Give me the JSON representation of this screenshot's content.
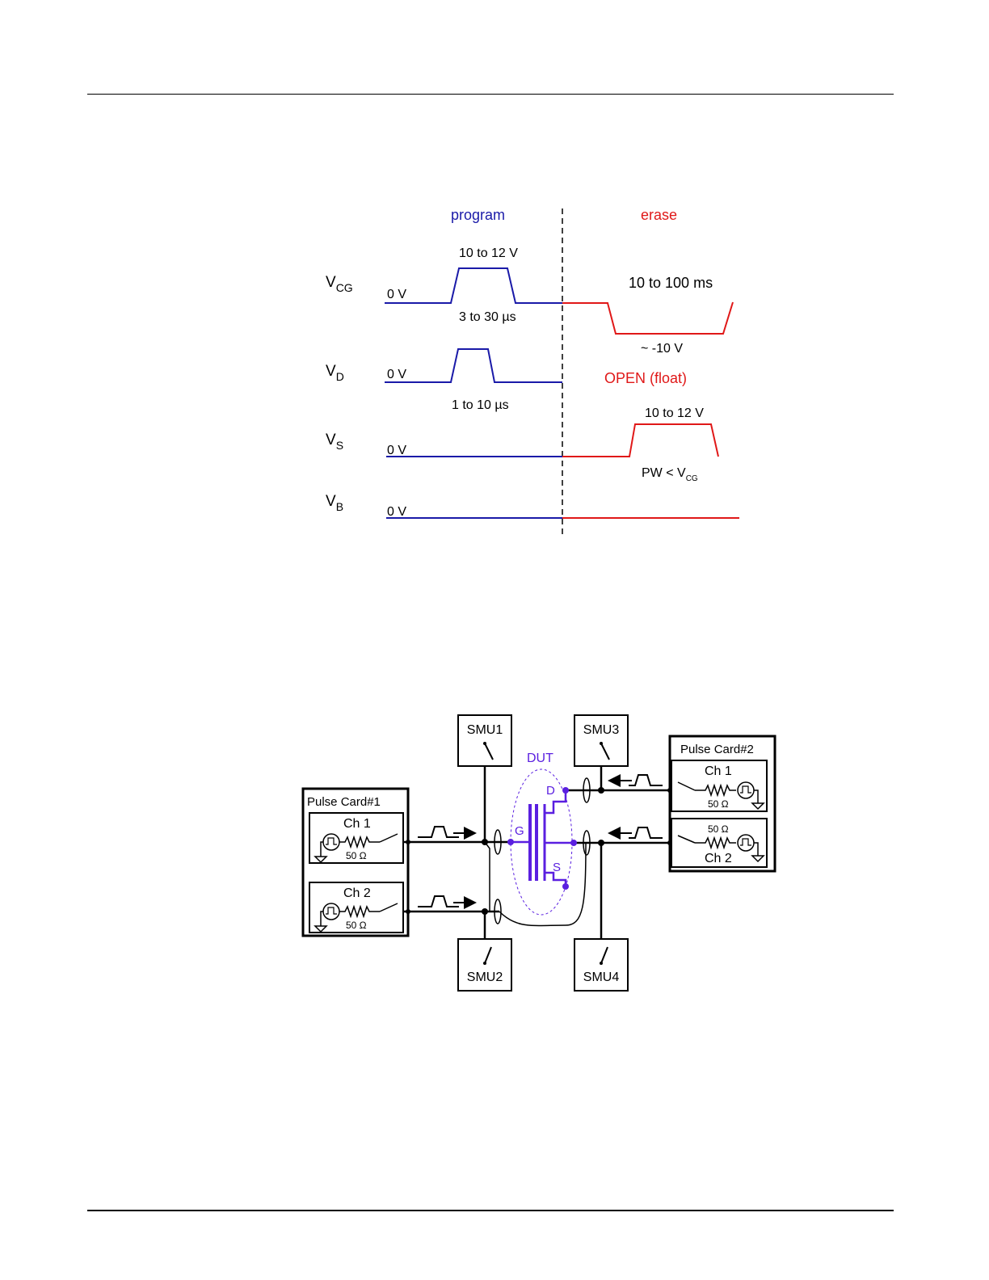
{
  "timing": {
    "program_heading": "program",
    "erase_heading": "erase",
    "signals": [
      {
        "name": "V",
        "sub": "CG"
      },
      {
        "name": "V",
        "sub": "D"
      },
      {
        "name": "V",
        "sub": "S"
      },
      {
        "name": "V",
        "sub": "B"
      }
    ],
    "zero_label": "0 V",
    "vcg_program_amp": "10 to 12 V",
    "vcg_program_width": "3 to 30 µs",
    "vcg_erase_width": "10 to 100 ms",
    "vcg_erase_amp": "~ -10 V",
    "vd_program_width": "1 to 10 µs",
    "vd_erase_state": "OPEN (float)",
    "vs_erase_amp": "10 to 12 V",
    "vs_erase_width_main": "PW < V",
    "vs_erase_width_sub": "CG",
    "colors": {
      "program": "#1a1aa8",
      "erase": "#e01818"
    }
  },
  "circuit": {
    "smu1": "SMU1",
    "smu2": "SMU2",
    "smu3": "SMU3",
    "smu4": "SMU4",
    "dut": "DUT",
    "gate": "G",
    "drain": "D",
    "source": "S",
    "pulse_card_1": {
      "title": "Pulse Card#1",
      "ch1": "Ch 1",
      "ch2": "Ch 2",
      "res": "50 Ω"
    },
    "pulse_card_2": {
      "title": "Pulse Card#2",
      "ch1": "Ch 1",
      "ch2": "Ch 2",
      "res": "50 Ω"
    },
    "colors": {
      "dut": "#5a1fe0",
      "wire": "#000000"
    }
  }
}
